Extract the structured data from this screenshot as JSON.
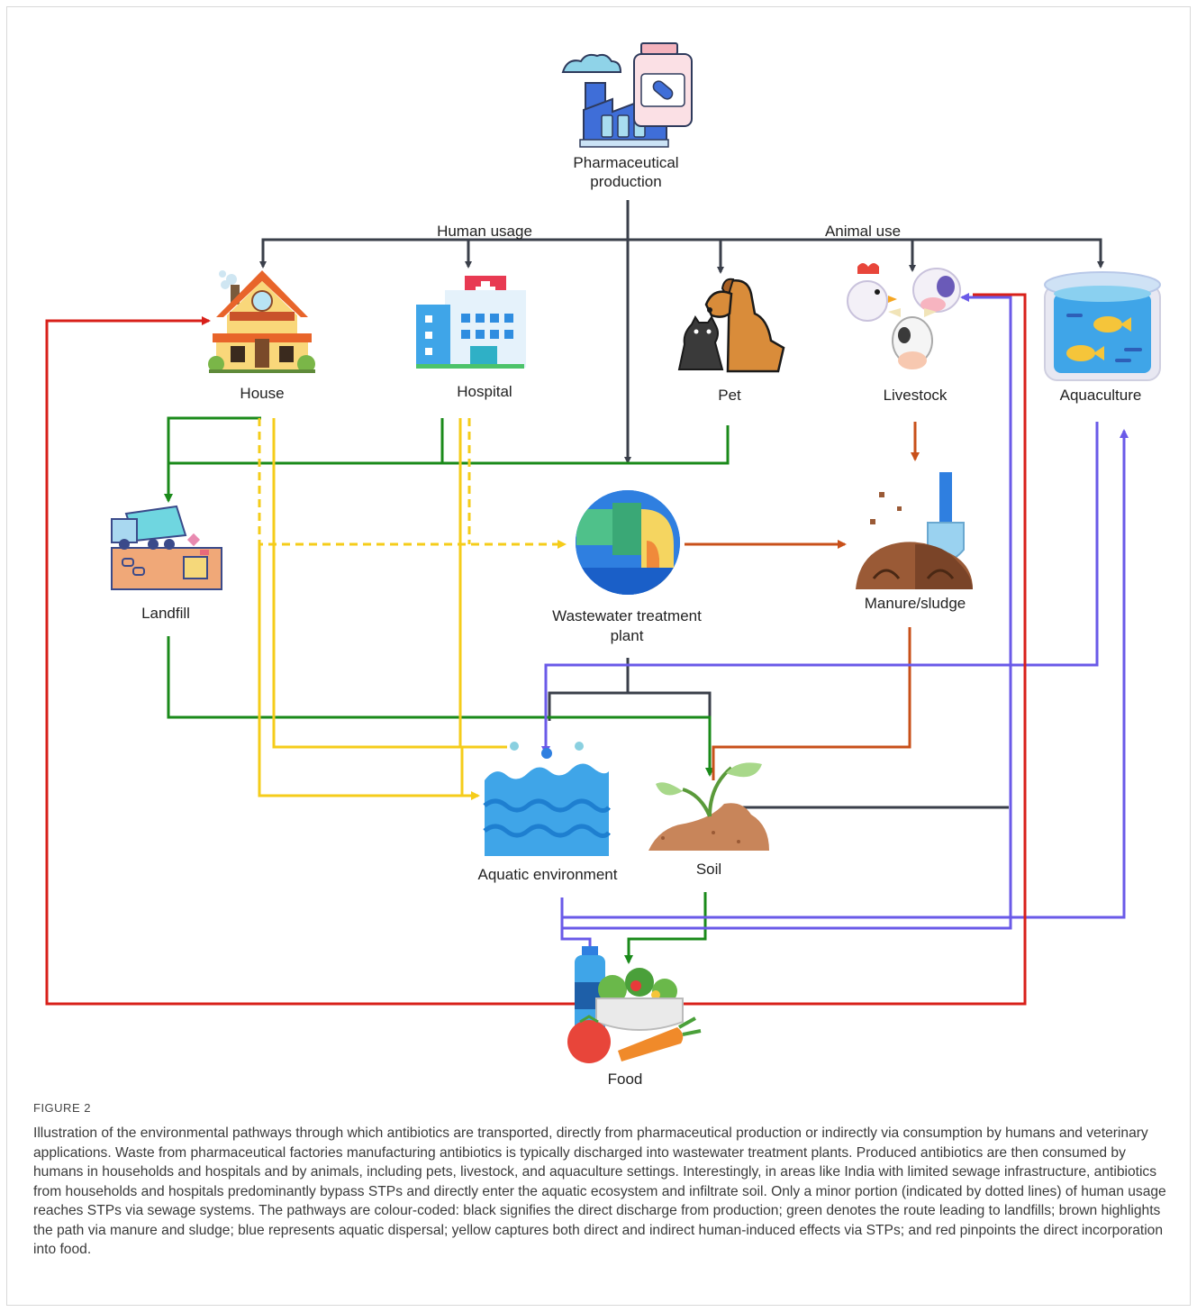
{
  "nodes": {
    "pharma": "Pharmaceutical production",
    "house": "House",
    "hospital": "Hospital",
    "pet": "Pet",
    "livestock": "Livestock",
    "aquaculture": "Aquaculture",
    "landfill": "Landfill",
    "wwtp": "Wastewater treatment plant",
    "manure": "Manure/sludge",
    "aquatic": "Aquatic environment",
    "soil": "Soil",
    "food": "Food"
  },
  "branch_labels": {
    "human": "Human usage",
    "animal": "Animal use"
  },
  "colors": {
    "black": "#3a3f4a",
    "green": "#1a8a1a",
    "yellow": "#f5cc1a",
    "brown": "#c8501a",
    "blue": "#6a5ae8",
    "red": "#d8201a"
  },
  "icons": [
    "factory-icon",
    "house-icon",
    "hospital-icon",
    "pet-icon",
    "livestock-icon",
    "aquaculture-icon",
    "landfill-icon",
    "wwtp-icon",
    "manure-icon",
    "water-icon",
    "plant-icon",
    "food-icon"
  ],
  "caption": {
    "label": "FIGURE 2",
    "text": "Illustration of the environmental pathways through which antibiotics are transported, directly from pharmaceutical production or indirectly via consumption by humans and veterinary applications. Waste from pharmaceutical factories manufacturing antibiotics is typically discharged into wastewater treatment plants. Produced antibiotics are then consumed by humans in households and hospitals and by animals, including pets, livestock, and aquaculture settings. Interestingly, in areas like India with limited sewage infrastructure, antibiotics from households and hospitals predominantly bypass STPs and directly enter the aquatic ecosystem and infiltrate soil. Only a minor portion (indicated by dotted lines) of human usage reaches STPs via sewage systems. The pathways are colour-coded: black signifies the direct discharge from production; green denotes the route leading to landfills; brown highlights the path via manure and sludge; blue represents aquatic dispersal; yellow captures both direct and indirect human-induced effects via STPs; and red pinpoints the direct incorporation into food."
  }
}
